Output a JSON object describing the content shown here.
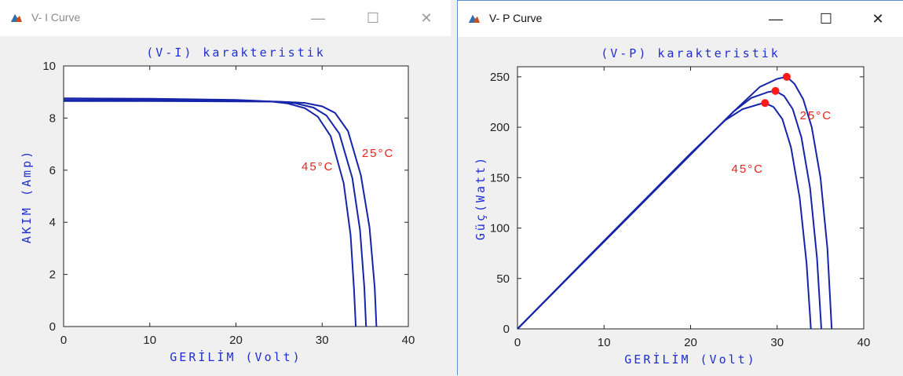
{
  "colors": {
    "curve": "#1524a8",
    "title_text": "#1f2fd0",
    "annotation": "#e8221f",
    "mpp_marker": "#ff1a1a"
  },
  "windows": [
    {
      "title": "V- I Curve",
      "app_icon": "matlab-icon",
      "controls": {
        "minimize": "—",
        "maximize": "☐",
        "close": "✕"
      }
    },
    {
      "title": "V- P Curve",
      "app_icon": "matlab-icon",
      "controls": {
        "minimize": "—",
        "maximize": "☐",
        "close": "✕"
      }
    }
  ],
  "chart_data": [
    {
      "type": "line",
      "title": "(V-I) karakteristik",
      "xlabel": "GERİLİM (Volt)",
      "ylabel": "AKIM (Amp)",
      "xlim": [
        0,
        40
      ],
      "ylim": [
        0,
        10
      ],
      "xticks": [
        0,
        10,
        20,
        30,
        40
      ],
      "yticks": [
        0,
        2,
        4,
        6,
        8,
        10
      ],
      "grid": false,
      "annotations": [
        {
          "text": "25°C",
          "x": 36.5,
          "y": 6.5
        },
        {
          "text": "45°C",
          "x": 29.5,
          "y": 6.0
        }
      ],
      "series": [
        {
          "x": [
            0,
            10,
            20,
            25,
            28,
            30,
            31.5,
            33,
            34.5,
            35.5,
            36.1,
            36.3
          ],
          "y": [
            8.65,
            8.65,
            8.64,
            8.63,
            8.58,
            8.45,
            8.2,
            7.5,
            5.8,
            3.8,
            1.5,
            0
          ]
        },
        {
          "x": [
            0,
            10,
            20,
            25,
            27,
            29,
            30.5,
            32,
            33.5,
            34.4,
            34.9,
            35.1
          ],
          "y": [
            8.7,
            8.69,
            8.67,
            8.63,
            8.56,
            8.4,
            8.1,
            7.4,
            5.7,
            3.7,
            1.5,
            0
          ]
        },
        {
          "x": [
            0,
            10,
            20,
            24,
            26,
            28,
            29.5,
            31,
            32.5,
            33.3,
            33.7,
            33.9
          ],
          "y": [
            8.76,
            8.74,
            8.7,
            8.64,
            8.56,
            8.38,
            8.05,
            7.3,
            5.5,
            3.5,
            1.4,
            0
          ]
        }
      ]
    },
    {
      "type": "line",
      "title": "(V-P) karakteristik",
      "xlabel": "GERİLİM (Volt)",
      "ylabel": "Güç(Watt)",
      "xlim": [
        0,
        40
      ],
      "ylim": [
        0,
        260
      ],
      "xticks": [
        0,
        10,
        20,
        30,
        40
      ],
      "yticks": [
        0,
        50,
        100,
        150,
        200,
        250
      ],
      "grid": false,
      "annotations": [
        {
          "text": "25°C",
          "x": 34.5,
          "y": 208
        },
        {
          "text": "45°C",
          "x": 26.6,
          "y": 155
        }
      ],
      "series": [
        {
          "x": [
            0,
            10,
            20,
            25,
            28,
            30,
            31.1,
            32,
            33,
            34,
            35,
            35.8,
            36.3
          ],
          "y": [
            0,
            86.5,
            172.8,
            215.8,
            240,
            248,
            250,
            243,
            228,
            200,
            150,
            80,
            0
          ]
        },
        {
          "x": [
            0,
            10,
            20,
            25,
            27,
            29,
            29.8,
            30.8,
            31.8,
            32.8,
            33.8,
            34.6,
            35.1
          ],
          "y": [
            0,
            87,
            173.4,
            215.8,
            229,
            235,
            236,
            231,
            218,
            190,
            140,
            70,
            0
          ]
        },
        {
          "x": [
            0,
            10,
            20,
            24,
            26,
            28,
            28.6,
            29.6,
            30.6,
            31.6,
            32.6,
            33.4,
            33.9
          ],
          "y": [
            0,
            87.4,
            174,
            207,
            218,
            223,
            224,
            220,
            208,
            180,
            130,
            65,
            0
          ]
        }
      ],
      "mpp_points": [
        {
          "x": 31.1,
          "y": 250
        },
        {
          "x": 29.8,
          "y": 236
        },
        {
          "x": 28.6,
          "y": 224
        }
      ]
    }
  ]
}
